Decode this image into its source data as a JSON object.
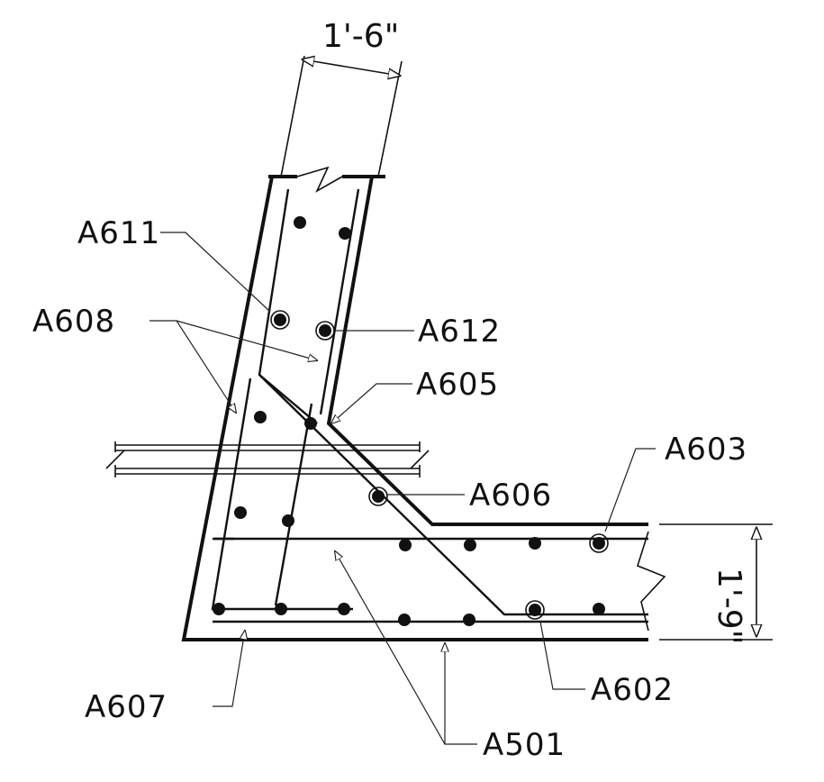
{
  "dimensions": {
    "wall_thickness": "1'-6\"",
    "slab_thickness": "1'-9\""
  },
  "labels": {
    "a611": "A611",
    "a608": "A608",
    "a612": "A612",
    "a605": "A605",
    "a603": "A603",
    "a606": "A606",
    "a602": "A602",
    "a607": "A607",
    "a501": "A501"
  }
}
